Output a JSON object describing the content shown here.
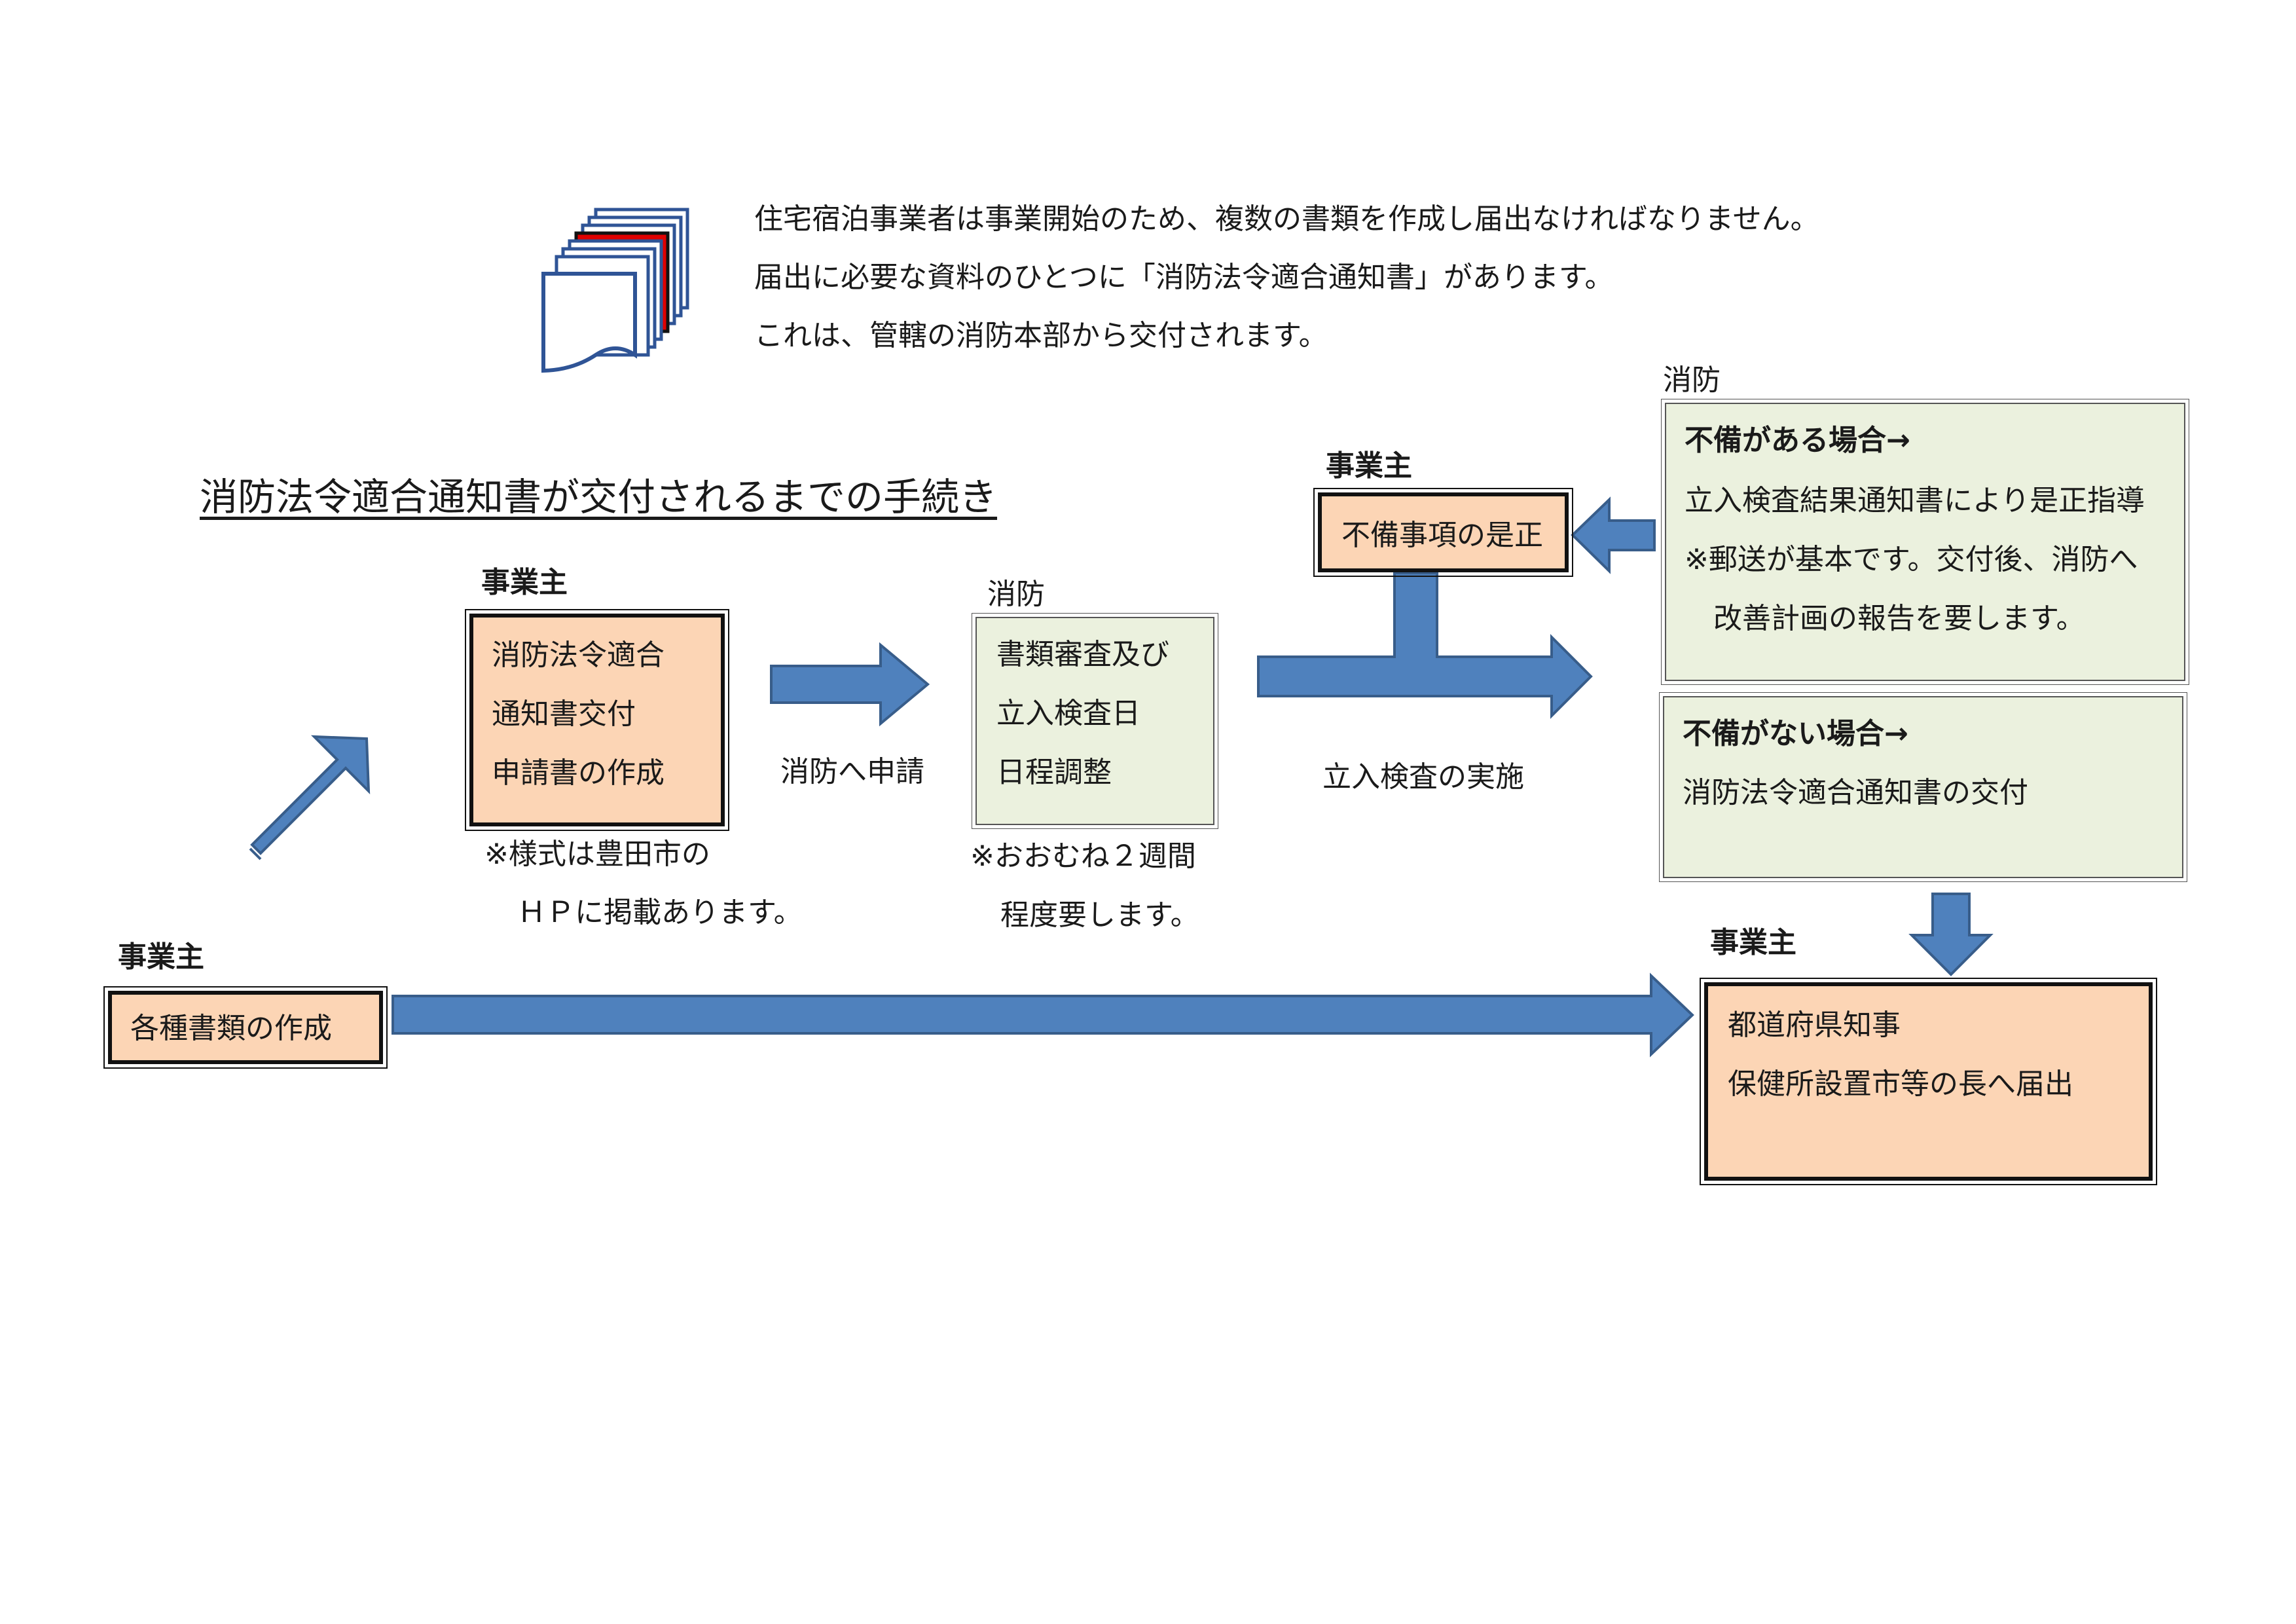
{
  "intro": {
    "lines": [
      "住宅宿泊事業者は事業開始のため、複数の書類を作成し届出なければなりません。",
      "届出に必要な資料のひとつに「消防法令適合通知書」があります。",
      "これは、管轄の消防本部から交付されます。"
    ]
  },
  "title": "消防法令適合通知書が交付されるまでの手続き",
  "actors": {
    "owner": "事業主",
    "fire": "消防"
  },
  "nodes": {
    "create_docs": {
      "lines": [
        "各種書類の作成"
      ]
    },
    "application": {
      "lines": [
        "消防法令適合",
        "通知書交付",
        "申請書の作成"
      ],
      "note": [
        "※様式は豊田市の",
        "ＨＰに掲載あります。"
      ]
    },
    "review": {
      "lines": [
        "書類審査及び",
        "立入検査日",
        "日程調整"
      ],
      "note": [
        "※おおむね２週間",
        "程度要します。"
      ]
    },
    "fix": {
      "lines": [
        "不備事項の是正"
      ]
    },
    "defect_yes": {
      "heading": "不備がある場合→",
      "lines": [
        "立入検査結果通知書により是正指導",
        "※郵送が基本です。交付後、消防へ",
        "改善計画の報告を要します。"
      ]
    },
    "defect_no": {
      "heading": "不備がない場合→",
      "lines": [
        "消防法令適合通知書の交付"
      ]
    },
    "submit": {
      "lines": [
        "都道府県知事",
        "保健所設置市等の長へ届出"
      ]
    }
  },
  "edge_labels": {
    "apply": "消防へ申請",
    "inspection": "立入検査の実施"
  },
  "colors": {
    "owner_fill": "#fcd5b5",
    "fire_fill": "#ebf1de",
    "arrow_fill": "#4f81bd",
    "arrow_stroke": "#385d8a",
    "doc_stroke": "#2f5496",
    "doc_red": "#e00000"
  }
}
